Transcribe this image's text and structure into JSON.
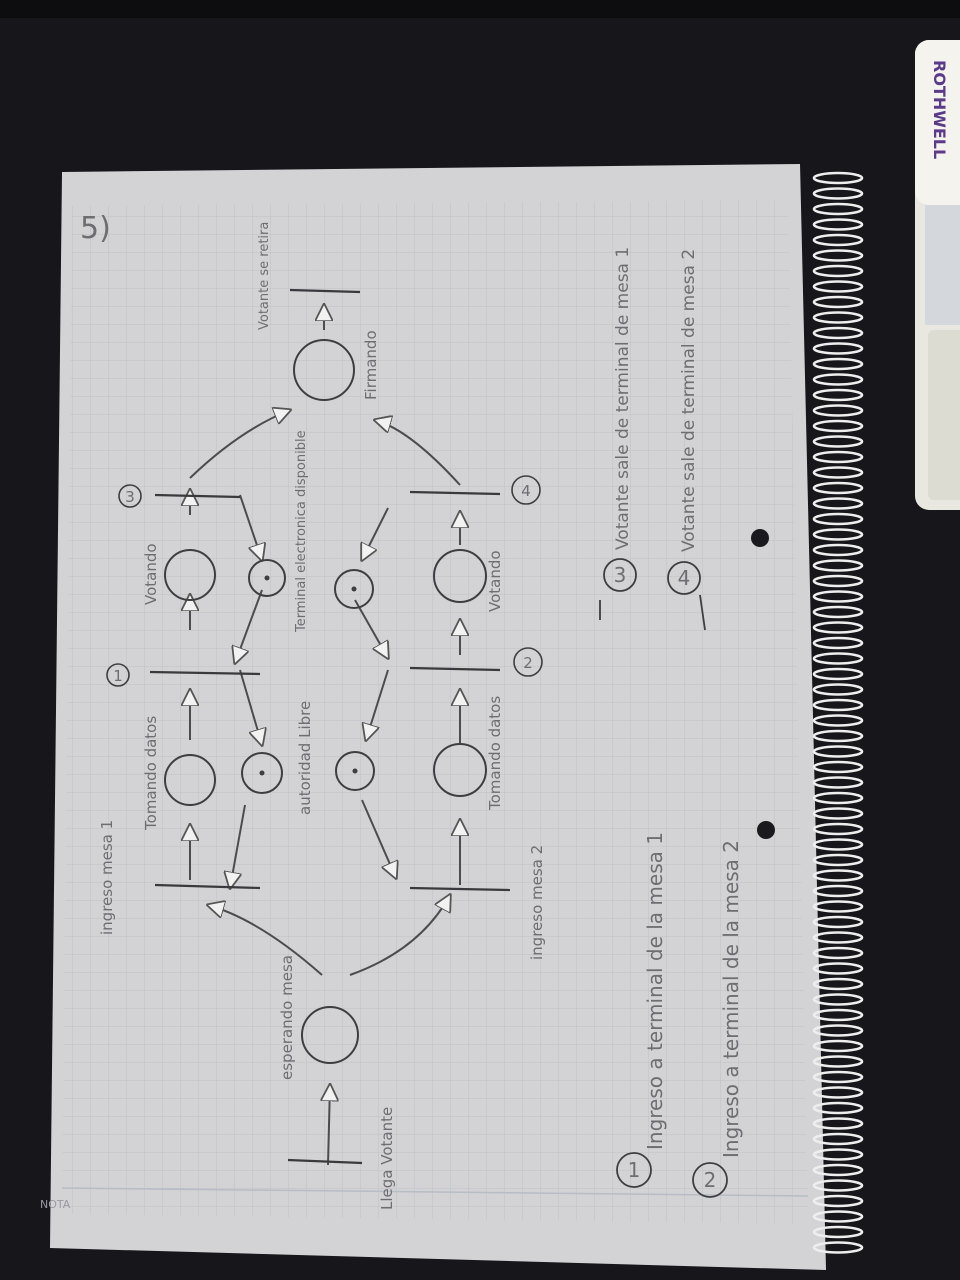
{
  "device": {
    "brand": "ROTHWELL"
  },
  "notebook": {
    "footer_label": "NOTA"
  },
  "page_number": "5)",
  "petri_net": {
    "places": [
      {
        "id": "p_llega",
        "label": "Llega Votante"
      },
      {
        "id": "p_esperando",
        "label": "esperando mesa"
      },
      {
        "id": "p_tomando1",
        "label": "Tomando datos"
      },
      {
        "id": "p_autoridad",
        "label": "autoridad Libre"
      },
      {
        "id": "p_tomando2",
        "label": "Tomando datos"
      },
      {
        "id": "p_votando1",
        "label": "Votando"
      },
      {
        "id": "p_terminal",
        "label": "Terminal electronica disponible"
      },
      {
        "id": "p_votando2",
        "label": "Votando"
      },
      {
        "id": "p_firmando",
        "label": "Firmando"
      },
      {
        "id": "p_retira",
        "label": "Votante se retira"
      }
    ],
    "transitions": [
      {
        "id": "t_ingreso1",
        "label": "ingreso mesa 1"
      },
      {
        "id": "t_ingreso2",
        "label": "ingreso mesa 2"
      },
      {
        "id": "t1",
        "number": "1"
      },
      {
        "id": "t2",
        "number": "2"
      },
      {
        "id": "t3",
        "number": "3"
      },
      {
        "id": "t4",
        "number": "4"
      }
    ]
  },
  "legend": [
    {
      "number": "1",
      "text": "Ingreso a terminal de la mesa 1"
    },
    {
      "number": "2",
      "text": "Ingreso a terminal de la mesa 2"
    },
    {
      "number": "3",
      "text": "Votante sale de terminal de mesa 1"
    },
    {
      "number": "4",
      "text": "Votante sale de terminal de mesa 2"
    }
  ]
}
